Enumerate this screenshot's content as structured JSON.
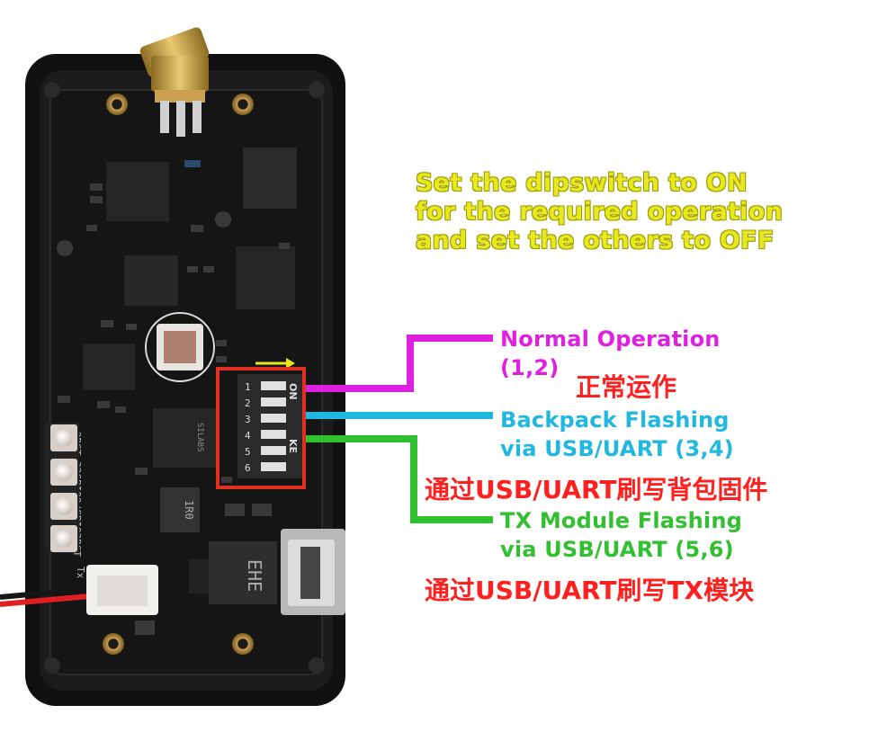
{
  "instruction": {
    "line1": "Set the dipswitch to ON",
    "line2": "for the required operation",
    "line3": "and set the others to OFF"
  },
  "options": [
    {
      "en_line1": "Normal Operation",
      "en_line2": "(1,2)",
      "cn": "正常运作",
      "color": "#e020e0"
    },
    {
      "en_line1": "Backpack Flashing",
      "en_line2": "via USB/UART (3,4)",
      "cn": "通过USB/UART刷写背包固件",
      "color": "#20b8e0"
    },
    {
      "en_line1": "TX Module Flashing",
      "en_line2": "via USB/UART (5,6)",
      "cn": "通过USB/UART刷写TX模块",
      "color": "#30c030"
    }
  ],
  "dipswitch": {
    "on_label": "ON",
    "ke_label": "KE",
    "numbers": [
      "1",
      "2",
      "3",
      "4",
      "5",
      "6"
    ],
    "highlight_color": "#e03020"
  },
  "pcb": {
    "inductor_1": "1R0",
    "inductor_2": "EHE",
    "chip_marking": "SILABS",
    "header_label": "2RST 32GPIO0/GPIO2RST",
    "tx_label": "Tx"
  }
}
